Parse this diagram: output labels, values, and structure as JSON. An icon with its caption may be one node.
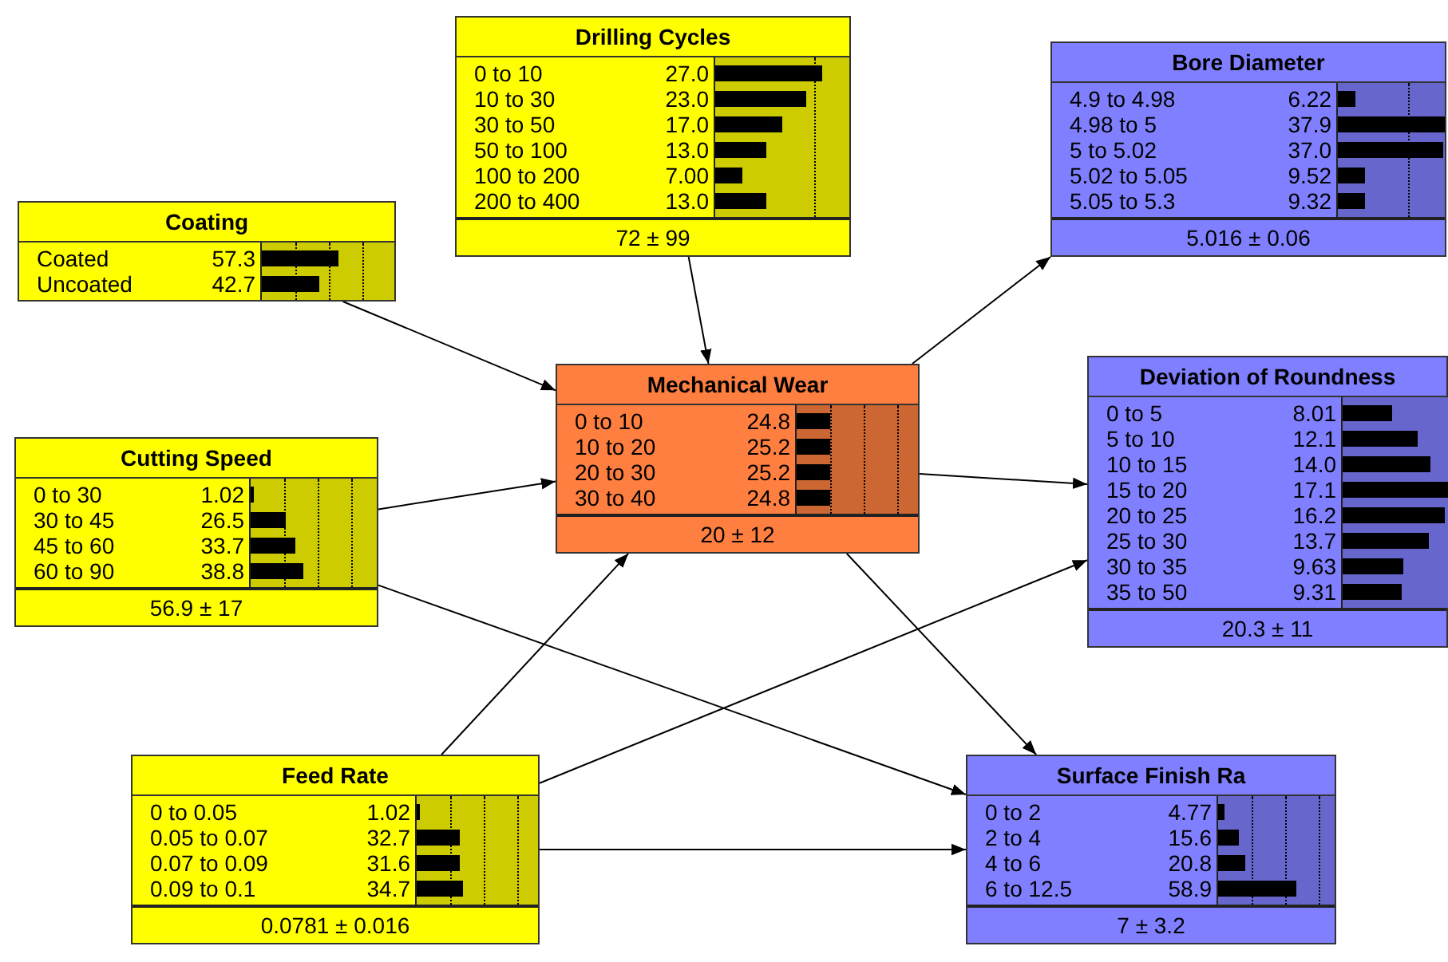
{
  "diagram": {
    "nodes": [
      {
        "text": [
          "Drilling Cycles",
          "0 to 10",
          "27.0",
          "10 to 30",
          "23.0",
          "30 to 50",
          "17.0",
          "50 to 100",
          "13.0",
          "100 to 200",
          "7.00",
          "200 to 400",
          "13.0",
          "72 ± 99"
        ]
      },
      {
        "text": [
          "Bore Diameter",
          "4.9 to 4.98",
          "6.22",
          "4.98 to 5",
          "37.9",
          "5 to 5.02",
          "37.0",
          "5.02 to 5.05",
          "9.52",
          "5.05 to 5.3",
          "9.32",
          "5.016 ± 0.06"
        ]
      },
      {
        "text": [
          "Coating",
          "Coated",
          "57.3",
          "Uncoated",
          "42.7"
        ]
      },
      {
        "text": [
          "Mechanical Wear",
          "0 to 10",
          "24.8",
          "10 to 20",
          "25.2",
          "20 to 30",
          "25.2",
          "30 to 40",
          "24.8",
          "20 ± 12"
        ]
      },
      {
        "text": [
          "Deviation of Roundness",
          "0 to 5",
          "8.01",
          "5 to 10",
          "12.1",
          "10 to 15",
          "14.0",
          "15 to 20",
          "17.1",
          "20 to 25",
          "16.2",
          "25 to 30",
          "13.7",
          "30 to 35",
          "9.63",
          "35 to 50",
          "9.31",
          "20.3 ± 11"
        ]
      },
      {
        "text": [
          "Cutting Speed",
          "0 to 30",
          "1.02",
          "30 to 45",
          "26.5",
          "45 to 60",
          "33.7",
          "60 to 90",
          "38.8",
          "56.9 ± 17"
        ]
      },
      {
        "text": [
          "Feed Rate",
          "0 to 0.05",
          "1.02",
          "0.05 to 0.07",
          "32.7",
          "0.07 to 0.09",
          "31.6",
          "0.09 to 0.1",
          "34.7",
          "0.0781 ± 0.016"
        ]
      },
      {
        "text": [
          "Surface Finish Ra",
          "0 to 2",
          "4.77",
          "2 to 4",
          "15.6",
          "4 to 6",
          "20.8",
          "6 to 12.5",
          "58.9",
          "7 ± 3.2"
        ]
      }
    ],
    "edges": [
      {
        "from": 2,
        "to": 3,
        "arrow": "to"
      },
      {
        "from": 0,
        "to": 3,
        "arrow": "to"
      },
      {
        "from": 5,
        "to": 3,
        "arrow": "to"
      },
      {
        "from": 6,
        "to": 3,
        "arrow": "to"
      },
      {
        "from": 3,
        "to": 1,
        "arrow": "to"
      },
      {
        "from": 3,
        "to": 4,
        "arrow": "to"
      },
      {
        "from": 3,
        "to": 7,
        "arrow": "to"
      },
      {
        "from": 5,
        "to": 7,
        "arrow": "to"
      },
      {
        "from": 6,
        "to": 4,
        "arrow": "to"
      },
      {
        "from": 6,
        "to": 7,
        "arrow": "to"
      }
    ]
  }
}
